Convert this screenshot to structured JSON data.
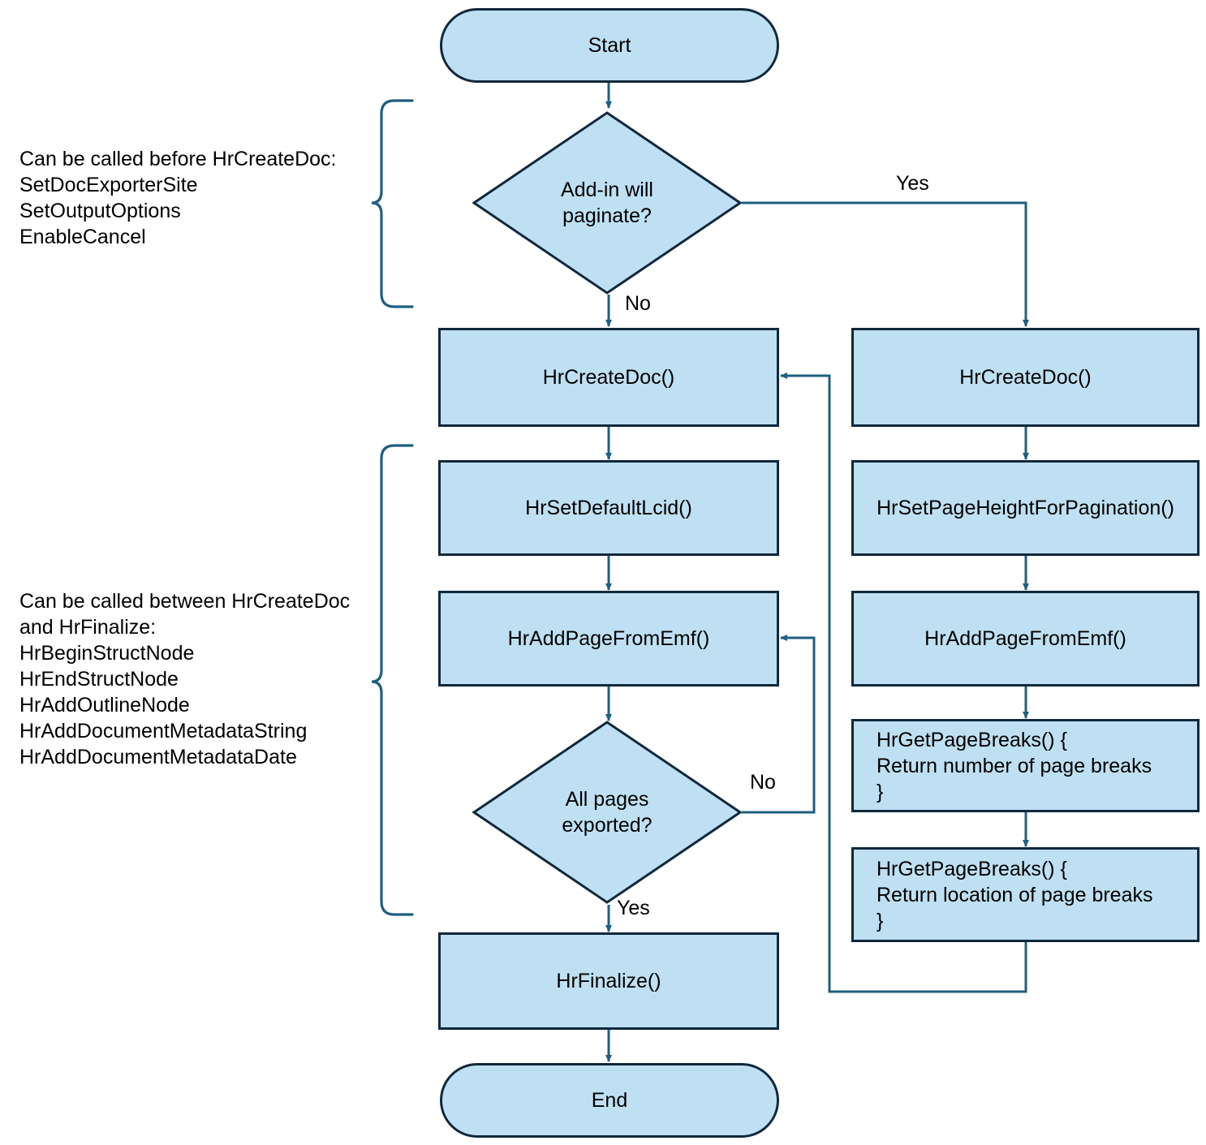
{
  "diagram": {
    "title": "Document export API call-sequence flowchart",
    "colors": {
      "node_fill": "#bee0f2",
      "node_border": "#10283c",
      "connector": "#1f5f7e",
      "text": "#000000",
      "background": "#ffffff"
    }
  },
  "notes": [
    {
      "id": "note-before-createdoc",
      "heading": "Can be called before HrCreateDoc:",
      "items": [
        "SetDocExporterSite",
        "SetOutputOptions",
        "EnableCancel"
      ],
      "text": "Can be called before HrCreateDoc:\n   SetDocExporterSite\n   SetOutputOptions\n   EnableCancel"
    },
    {
      "id": "note-between-createdoc-finalize",
      "heading": "Can be called between HrCreateDoc and HrFinalize:",
      "items": [
        "HrBeginStructNode",
        "HrEndStructNode",
        "HrAddOutlineNode",
        "HrAddDocumentMetadataString",
        "HrAddDocumentMetadataDate"
      ],
      "text": "Can be called between HrCreateDoc\nand HrFinalize:\n   HrBeginStructNode\n   HrEndStructNode\n   HrAddOutlineNode\n   HrAddDocumentMetadataString\n   HrAddDocumentMetadataDate"
    }
  ],
  "nodes": {
    "start": {
      "label": "Start",
      "shape": "terminator"
    },
    "decision_paginate": {
      "label": "Add-in will\npaginate?",
      "shape": "decision"
    },
    "create_doc_left": {
      "label": "HrCreateDoc()",
      "shape": "process"
    },
    "create_doc_right": {
      "label": "HrCreateDoc()",
      "shape": "process"
    },
    "set_default_lcid": {
      "label": "HrSetDefaultLcid()",
      "shape": "process"
    },
    "set_page_height": {
      "label": "HrSetPageHeightForPagination()",
      "shape": "process"
    },
    "add_page_left": {
      "label": "HrAddPageFromEmf()",
      "shape": "process"
    },
    "add_page_right": {
      "label": "HrAddPageFromEmf()",
      "shape": "process"
    },
    "get_page_breaks_number": {
      "label": "HrGetPageBreaks() {\n   Return number of page breaks\n}",
      "shape": "process"
    },
    "get_page_breaks_location": {
      "label": "HrGetPageBreaks() {\n   Return location of page breaks\n}",
      "shape": "process"
    },
    "decision_all_pages": {
      "label": "All pages\nexported?",
      "shape": "decision"
    },
    "finalize": {
      "label": "HrFinalize()",
      "shape": "process"
    },
    "end": {
      "label": "End",
      "shape": "terminator"
    }
  },
  "edge_labels": {
    "paginate_yes": "Yes",
    "paginate_no": "No",
    "all_pages_no": "No",
    "all_pages_yes": "Yes"
  }
}
